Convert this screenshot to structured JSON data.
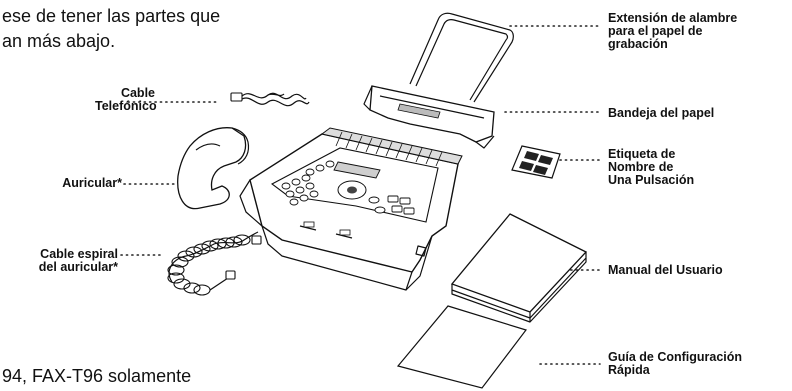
{
  "intro": {
    "line1": "ese de tener las partes que",
    "line2": "an más abajo."
  },
  "footnote": "94, FAX-T96 solamente",
  "labels": {
    "cable_telefonico": [
      "Cable",
      "Telefónico"
    ],
    "auricular": "Auricular*",
    "cable_espiral": [
      "Cable espiral",
      "del auricular*"
    ],
    "extension_alambre": [
      "Extensión de alambre",
      "para el papel de",
      "grabación"
    ],
    "bandeja_papel": "Bandeja del papel",
    "etiqueta": [
      "Etiqueta de",
      "Nombre de",
      "Una Pulsación"
    ],
    "manual": "Manual del Usuario",
    "guia": [
      "Guía de Configuración",
      "Rápida"
    ]
  }
}
